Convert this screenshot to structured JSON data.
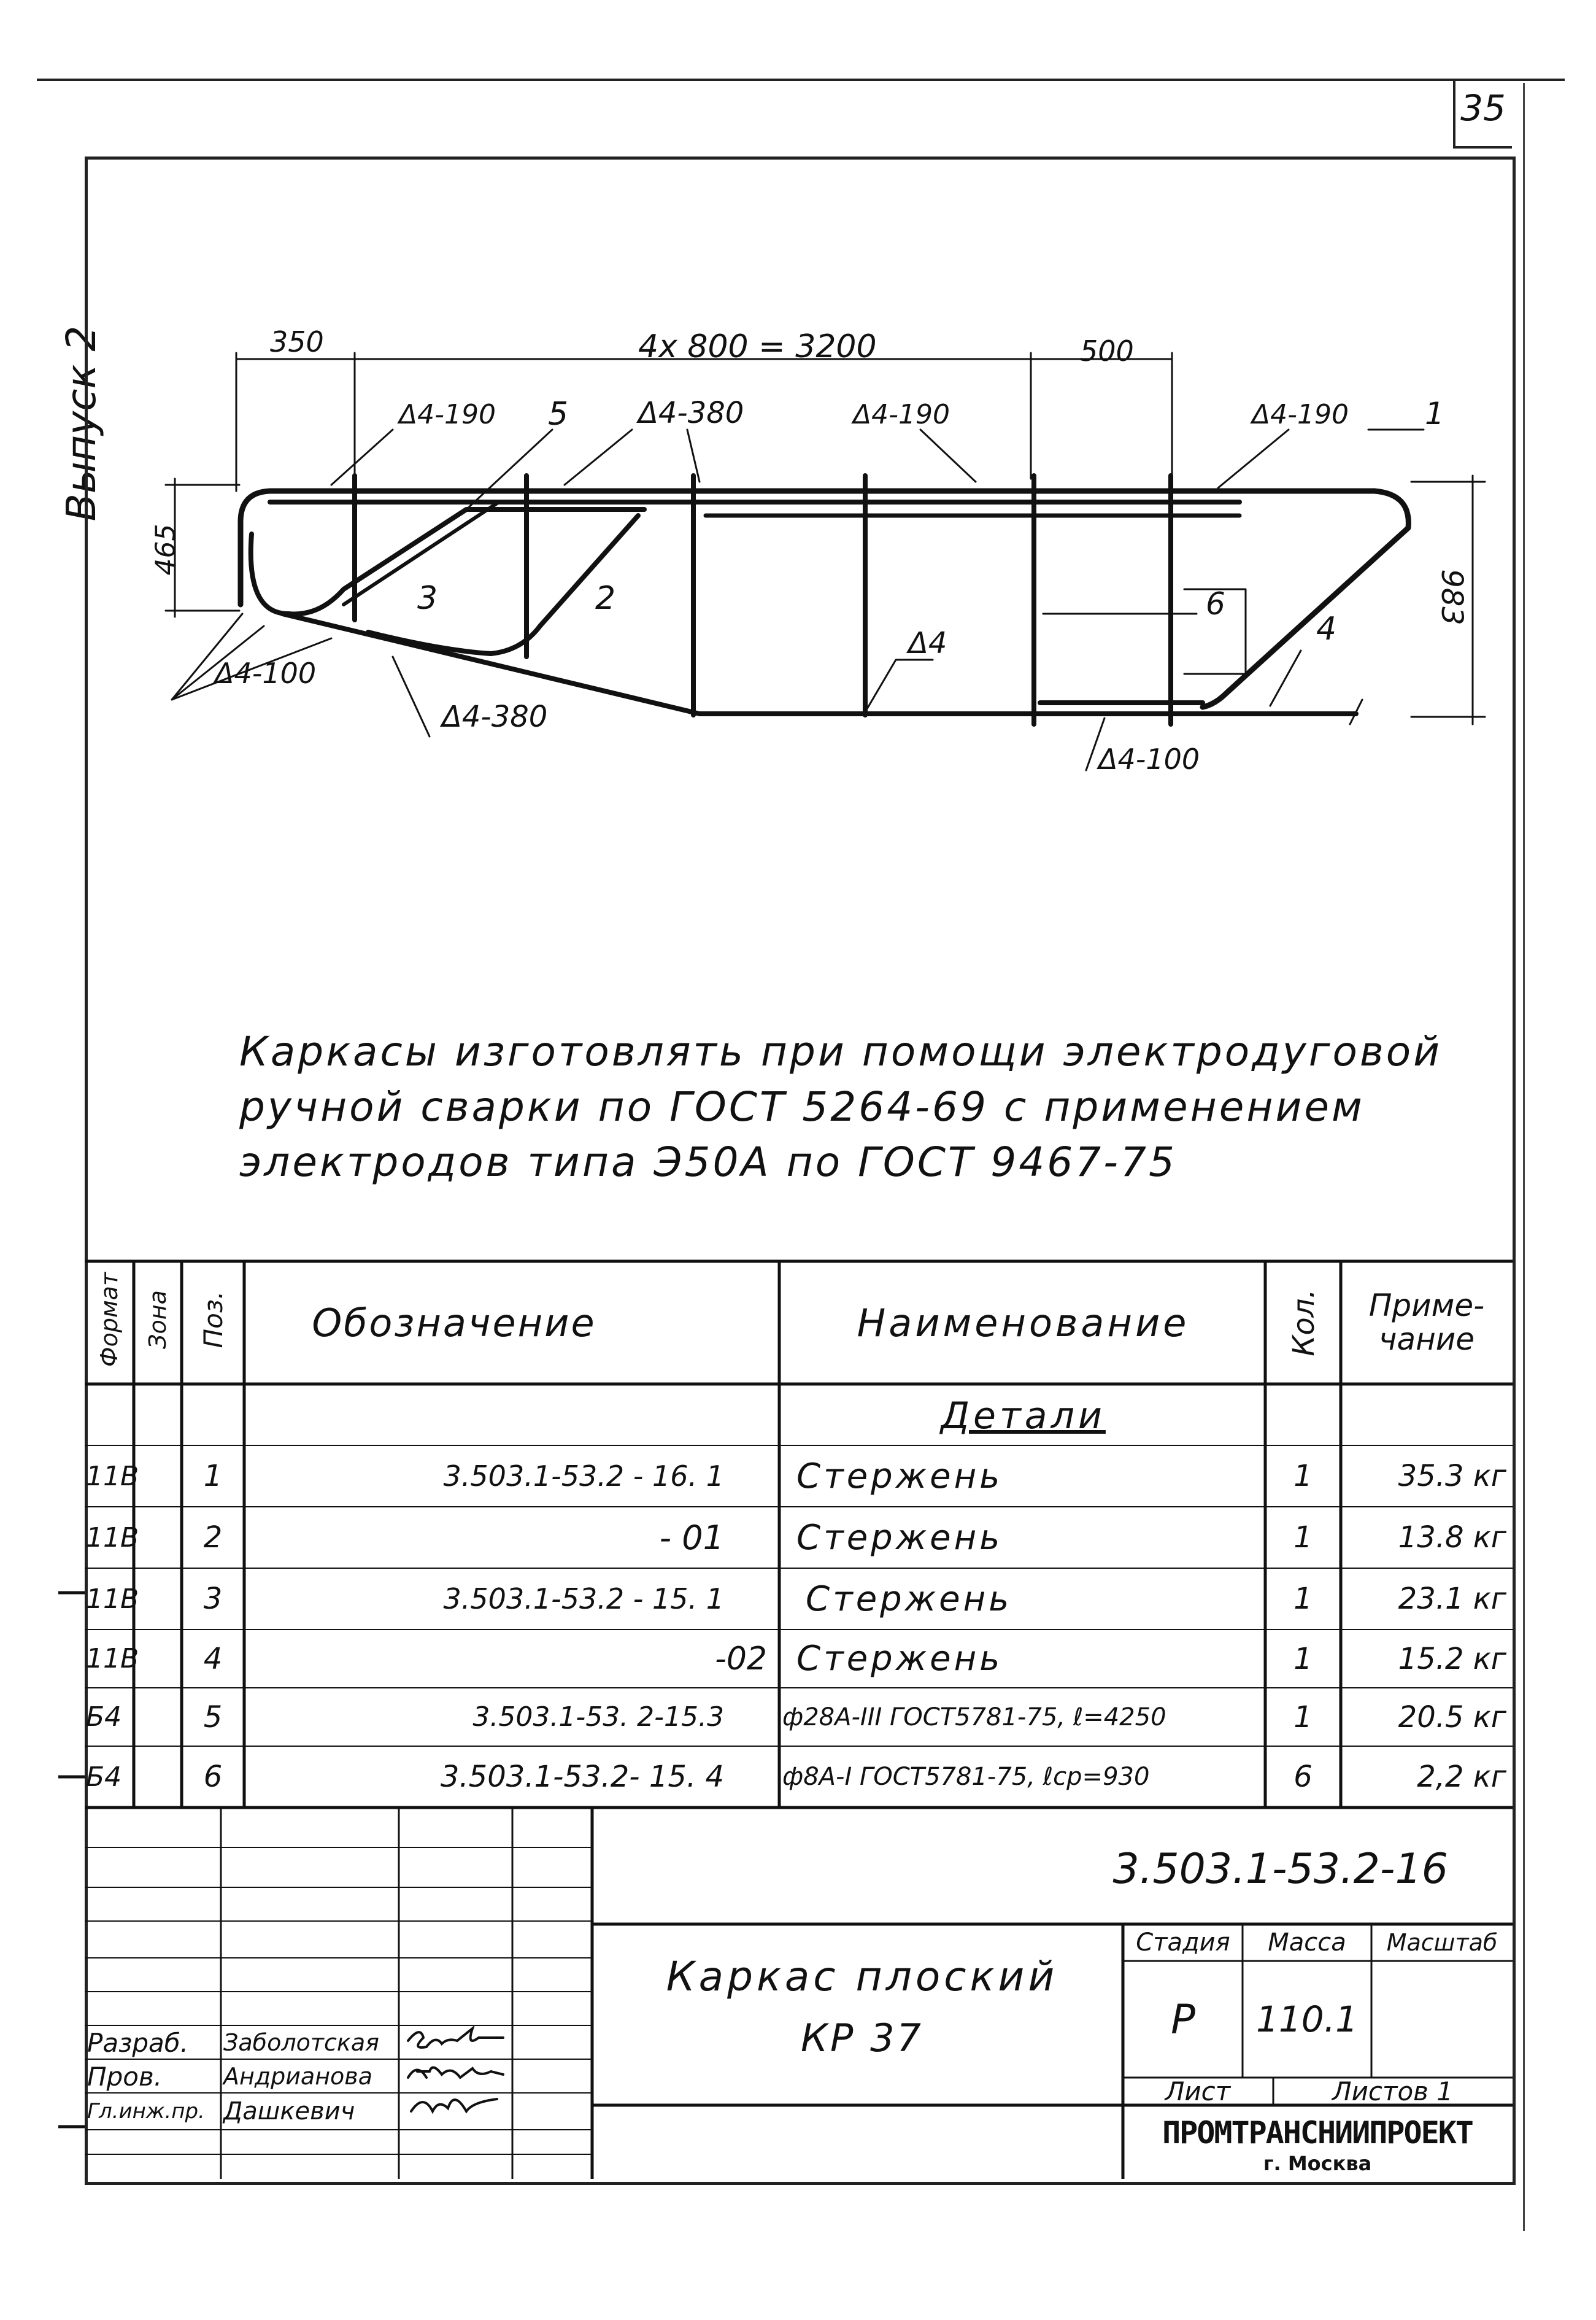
{
  "sheet_number": "35",
  "side_label": "Выпуск 2",
  "drawing": {
    "dim_350": "350",
    "dim_top": "4х 800 = 3200",
    "dim_500": "500",
    "dim_465": "465",
    "dim_983": "983",
    "weld_1": "Δ4-190",
    "weld_2": "Δ4-380",
    "weld_3": "Δ4-190",
    "weld_4": "Δ4-190",
    "weld_5": "Δ4-100",
    "weld_6": "Δ4-380",
    "weld_7": "Δ4",
    "weld_8": "Δ4-100",
    "pos_1": "1",
    "pos_2": "2",
    "pos_3": "3",
    "pos_4": "4",
    "pos_5": "5",
    "pos_6": "6"
  },
  "notes": {
    "line1": "Каркасы изготовлять при помощи электродуговой",
    "line2": "ручной сварки по ГОСТ 5264-69 с применением",
    "line3": "электродов типа Э50А по ГОСТ 9467-75"
  },
  "spec": {
    "headers": {
      "format": "Формат",
      "zone": "Зона",
      "pos": "Поз.",
      "designation": "Обозначение",
      "name": "Наименование",
      "qty": "Кол.",
      "note": "Приме-чание"
    },
    "section": "Детали",
    "rows": [
      {
        "format": "11В",
        "pos": "1",
        "designation": "3.503.1-53.2 - 16. 1",
        "name": "Стержень",
        "qty": "1",
        "note": "35.3 кг"
      },
      {
        "format": "11В",
        "pos": "2",
        "designation": "- 01",
        "name": "Стержень",
        "qty": "1",
        "note": "13.8 кг"
      },
      {
        "format": "11В",
        "pos": "3",
        "designation": "3.503.1-53.2 - 15. 1",
        "name": "Стержень",
        "qty": "1",
        "note": "23.1 кг"
      },
      {
        "format": "11В",
        "pos": "4",
        "designation": "-02",
        "name": "Стержень",
        "qty": "1",
        "note": "15.2 кг"
      },
      {
        "format": "Б4",
        "pos": "5",
        "designation": "3.503.1-53. 2-15.3",
        "name": "ф28А-III ГОСТ5781-75, ℓ=4250",
        "qty": "1",
        "note": "20.5 кг"
      },
      {
        "format": "Б4",
        "pos": "6",
        "designation": "3.503.1-53.2- 15. 4",
        "name": "ф8А-I ГОСТ5781-75, ℓср=930",
        "qty": "6",
        "note": "2,2 кг"
      }
    ]
  },
  "title_block": {
    "doc_code": "3.503.1-53.2-16",
    "title_line1": "Каркас плоский",
    "title_line2": "КР 37",
    "stage_label": "Стадия",
    "mass_label": "Масса",
    "scale_label": "Масштаб",
    "stage_value": "Р",
    "mass_value": "110.1",
    "sheet_label": "Лист",
    "sheets_label": "Листов 1",
    "org_name": "ПРОМТРАНСНИИПРОЕКТ",
    "org_city": "г. Москва",
    "roles": [
      {
        "role": "Разраб.",
        "name": "Заболотская"
      },
      {
        "role": "Пров.",
        "name": "Андрианова"
      },
      {
        "role": "Гл.инж.пр.",
        "name": "Дашкевич"
      }
    ]
  }
}
